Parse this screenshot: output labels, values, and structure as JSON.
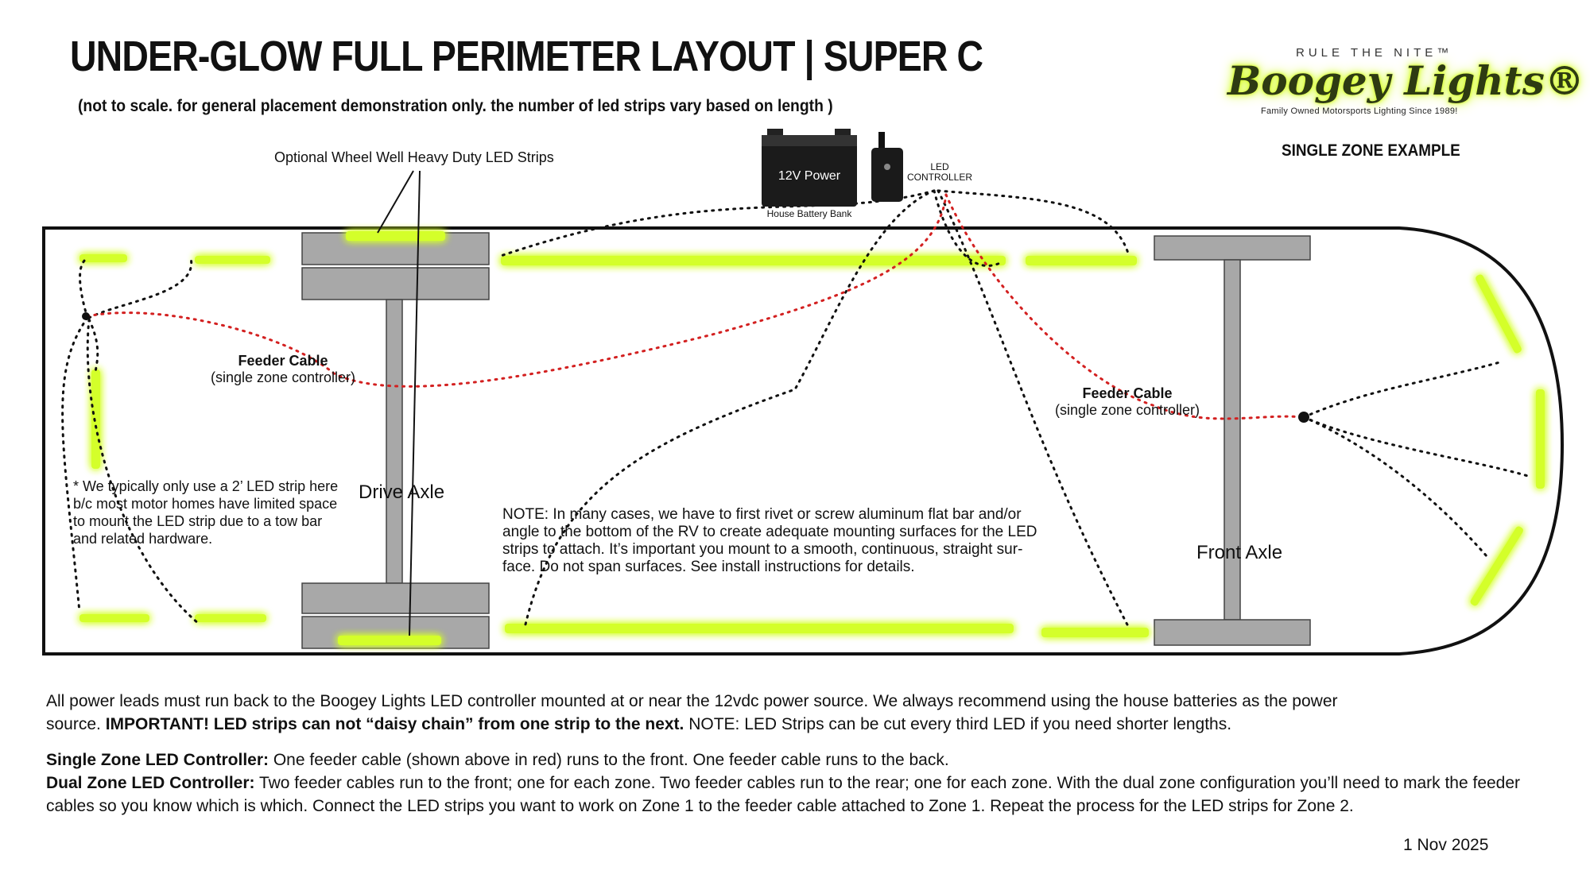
{
  "title": "UNDER-GLOW FULL PERIMETER LAYOUT  |  SUPER C",
  "subtitle": "(not to scale.  for general placement demonstration only. the number of led strips vary based on length )",
  "logo": {
    "tagline": "RULE THE NITE™",
    "brand": "Boogey Lights®",
    "since": "Family Owned Motorsports Lighting Since 1989!"
  },
  "zone_example": "SINGLE ZONE EXAMPLE",
  "labels": {
    "wheel_well": "Optional Wheel Well Heavy Duty LED Strips",
    "battery": "12V Power",
    "battery_bank": "House Battery Bank",
    "controller_line1": "LED",
    "controller_line2": "CONTROLLER",
    "feeder_rear_title": "Feeder Cable",
    "feeder_rear_sub": "(single zone controller)",
    "feeder_front_title": "Feeder Cable",
    "feeder_front_sub": "(single zone controller)",
    "drive_axle": "Drive Axle",
    "front_axle": "Front Axle",
    "rear_note": [
      "* We typically only use a 2’ LED strip here",
      "b/c most motor homes have limited space",
      "to mount the LED strip due to a tow bar",
      "and related hardware."
    ],
    "install_note": [
      "NOTE: In many cases, we have to first rivet or screw aluminum flat bar and/or",
      "angle to the bottom of the RV to create adequate mounting surfaces for the LED",
      "strips to attach. It’s important you mount to a smooth, continuous, straight sur-",
      "face. Do not span surfaces. See install instructions for details."
    ]
  },
  "para1": {
    "line1": "All power leads must run back to the Boogey Lights LED controller mounted at or near the 12vdc power source. We always recommend using the house batteries as the power",
    "line2a": "source.   ",
    "important": "IMPORTANT!  LED strips can not “daisy chain” from one strip to the next.",
    "line2b": "   NOTE:  LED Strips can be cut every third LED if you need shorter lengths."
  },
  "para2": {
    "single_label": "Single Zone LED Controller:",
    "single_text": " One feeder cable (shown above in red) runs to the front.  One feeder cable runs to the back.",
    "dual_label": "Dual Zone LED Controller:",
    "dual_text": " Two feeder cables run to the front; one for each zone.  Two feeder cables run to the rear; one for each zone. With the dual zone configuration you’ll need to mark the feeder cables so you know which is which.  Connect the LED strips you want to work on Zone 1 to the feeder cable attached to Zone 1.  Repeat the process for the LED strips for Zone 2."
  },
  "date": "1 Nov 2025",
  "colors": {
    "led_glow": "#d4ff2b",
    "feeder_cable": "#d32020",
    "axle": "#a8a8a8",
    "outline": "#111111"
  }
}
